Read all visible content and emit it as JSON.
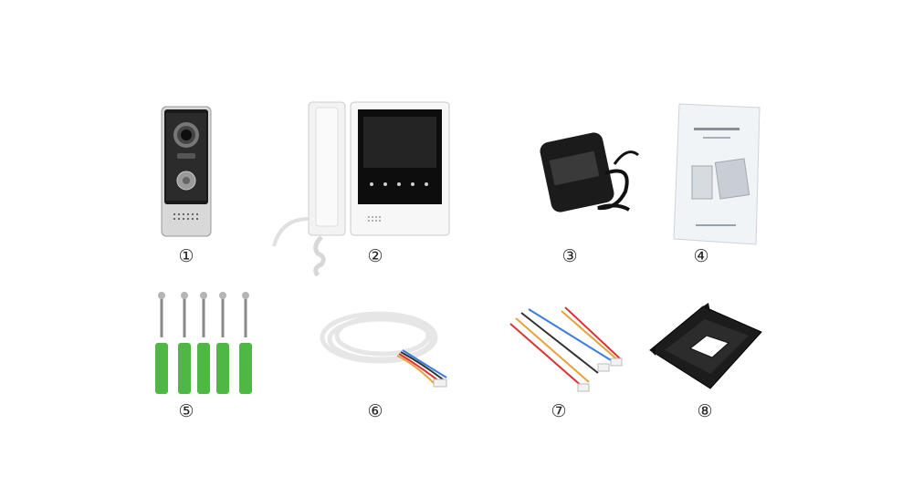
{
  "items": [
    {
      "label": "①",
      "name": "doorbell-camera"
    },
    {
      "label": "②",
      "name": "indoor-monitor"
    },
    {
      "label": "③",
      "name": "power-adapter"
    },
    {
      "label": "④",
      "name": "user-manual"
    },
    {
      "label": "⑤",
      "name": "screws-and-anchors"
    },
    {
      "label": "⑥",
      "name": "cable-coil"
    },
    {
      "label": "⑦",
      "name": "connector-wires"
    },
    {
      "label": "⑧",
      "name": "mounting-bracket"
    }
  ]
}
